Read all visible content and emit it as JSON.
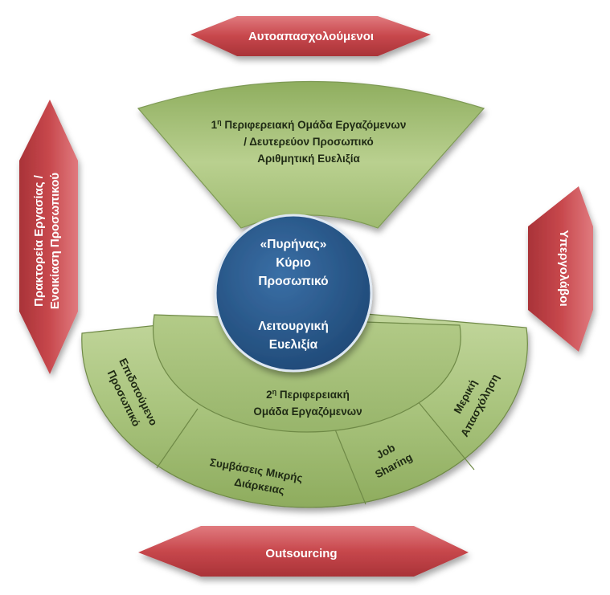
{
  "colors": {
    "arrow_fill": "#c7474c",
    "green_fill": "#a7c17a",
    "green_stroke": "#6f8a47",
    "core_fill": "#2b5d92",
    "core_stroke": "#dfe8f2"
  },
  "arrows": {
    "top": "Αυτοαπασχολούμενοι",
    "bottom": "Outsourcing",
    "left_line1": "Πρακτορεία Εργασίας /",
    "left_line2": "Ενοικίαση Προσωπικού",
    "right": "Υπεργολάβοι"
  },
  "peripheral_group_1": {
    "line1_prefix": "1",
    "line1_sup": "η",
    "line1_rest": " Περιφερειακή Ομάδα Εργαζόμενων",
    "line2": "/ Δευτερεύον Προσωπικό",
    "line3": "Αριθμητική Ευελιξία"
  },
  "core": {
    "line1": "«Πυρήνας»",
    "line2": "Κύριο",
    "line3": "Προσωπικό",
    "line4": "Λειτουργική",
    "line5": "Ευελιξία"
  },
  "peripheral_group_2": {
    "line1_prefix": "2",
    "line1_sup": "η",
    "line1_rest": " Περιφερειακή",
    "line2": "Ομάδα Εργαζόμενων"
  },
  "segments": {
    "subsidized_line1": "Επιδοτούμενο",
    "subsidized_line2": "Προσωπικό",
    "short_term_line1": "Συμβάσεις Μικρής",
    "short_term_line2": "Διάρκειας",
    "job_sharing_line1": "Job",
    "job_sharing_line2": "Sharing",
    "part_time_line1": "Μερική",
    "part_time_line2": "Απασχόληση"
  }
}
